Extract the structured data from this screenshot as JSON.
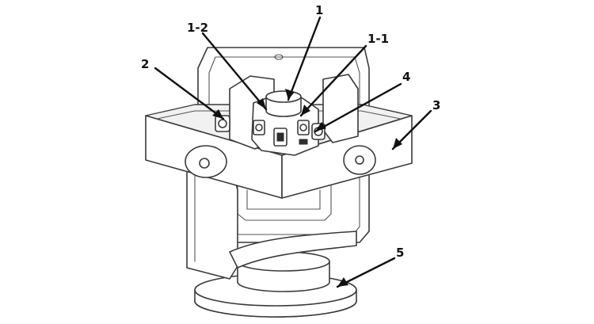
{
  "labels": {
    "part_1": "1",
    "part_1_2": "1-2",
    "part_1_1": "1-1",
    "part_2": "2",
    "part_3": "3",
    "part_4": "4",
    "part_5": "5"
  }
}
